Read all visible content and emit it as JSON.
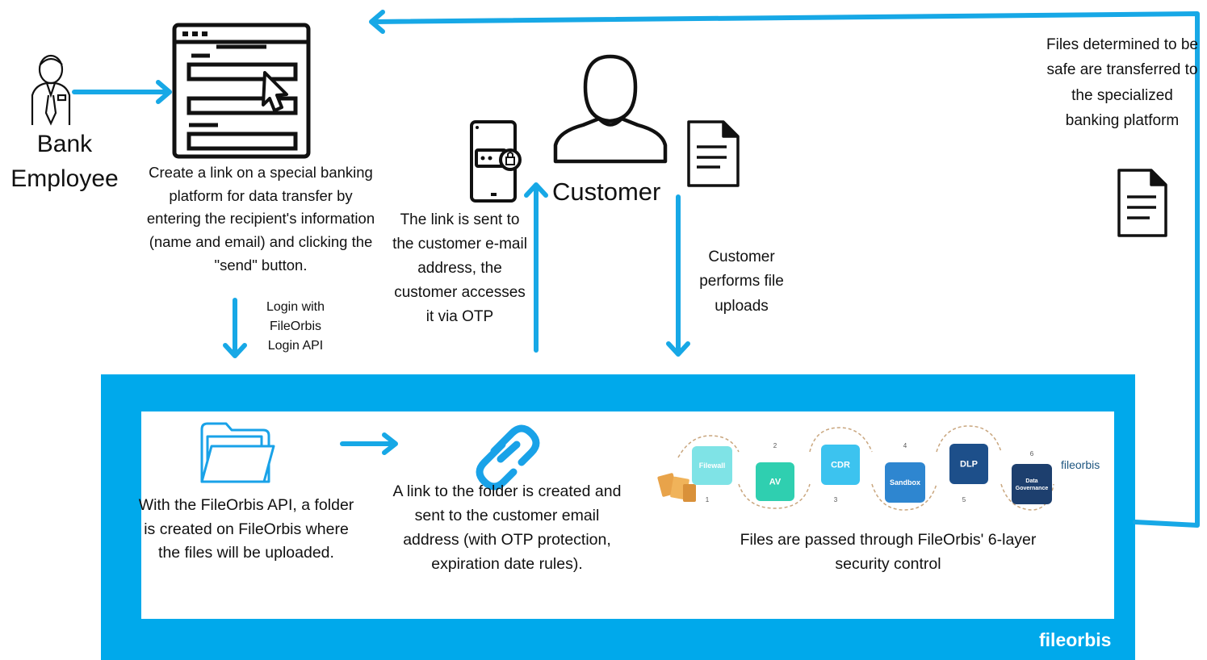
{
  "labels": {
    "bank_employee": "Bank\nEmployee",
    "customer": "Customer"
  },
  "steps": {
    "create_link": "Create a link on a special banking platform for data transfer by entering the recipient's information (name and email) and clicking the \"send\" button.",
    "login_api": "Login with FileOrbis Login API",
    "link_sent": "The link is sent to the customer e-mail address, the customer accesses it via OTP",
    "file_uploads": "Customer performs file uploads",
    "files_safe": "Files determined to be safe are transferred to the specialized banking platform",
    "folder_created": "With the FileOrbis API, a folder is created on FileOrbis where the files will be uploaded.",
    "link_to_folder": "A link to the folder is created and sent to the customer email address (with OTP protection, expiration date rules).",
    "security_layers": "Files are passed through FileOrbis' 6-layer security control"
  },
  "security_stages": [
    {
      "label": "Filewall",
      "number": "1",
      "color": "#7fe3e6"
    },
    {
      "label": "AV",
      "number": "2",
      "color": "#2fcfb0"
    },
    {
      "label": "CDR",
      "number": "3",
      "color": "#3cc3ef"
    },
    {
      "label": "Sandbox",
      "number": "4",
      "color": "#2e86d0"
    },
    {
      "label": "DLP",
      "number": "5",
      "color": "#1d4f8a"
    },
    {
      "label": "Data Governance",
      "number": "6",
      "color": "#1d3f6e"
    }
  ],
  "brand": {
    "logo_small": "fileorbis",
    "logo_bottom": "fileorbis"
  },
  "colors": {
    "accent": "#00a9eb",
    "icon_stroke": "#111111",
    "arrow": "#17a8e6"
  },
  "icons": [
    "bank-employee-icon",
    "browser-window-icon",
    "cursor-icon",
    "phone-otp-icon",
    "customer-icon",
    "document-icon",
    "folder-icon",
    "chain-link-icon"
  ]
}
